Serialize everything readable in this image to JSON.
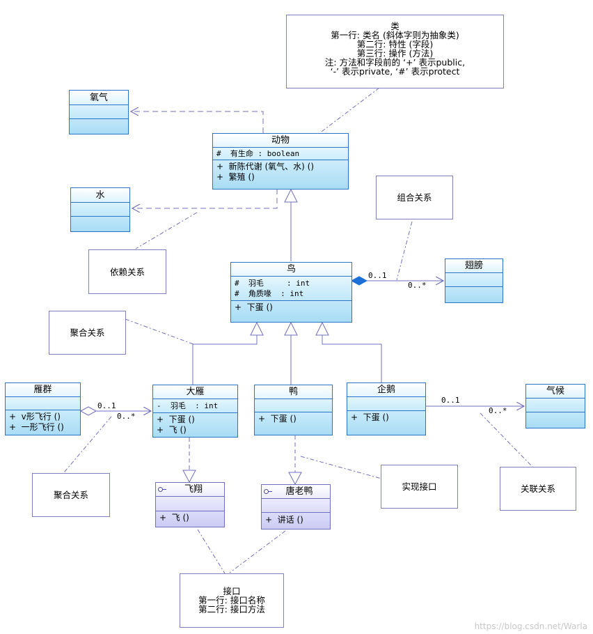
{
  "classes": {
    "oxygen": {
      "name": "氧气"
    },
    "water": {
      "name": "水"
    },
    "animal": {
      "name": "动物",
      "attributes": [
        "#  有生命 : boolean"
      ],
      "operations": [
        "+  新陈代谢 (氧气、水) ()",
        "+  繁殖 ()"
      ]
    },
    "bird": {
      "name": "鸟",
      "attributes": [
        "#  羽毛     : int",
        "#  角质喙  : int"
      ],
      "operations": [
        "+  下蛋 ()"
      ]
    },
    "wing": {
      "name": "翅膀"
    },
    "goose_flock": {
      "name": "雁群",
      "operations": [
        "+  v形飞行 ()",
        "+  一形飞行 ()"
      ]
    },
    "goose": {
      "name": "大雁",
      "attributes": [
        "-  羽毛  : int"
      ],
      "operations": [
        "+  下蛋 ()",
        "+  飞 ()"
      ]
    },
    "duck": {
      "name": "鸭",
      "operations": [
        "+  下蛋 ()"
      ]
    },
    "penguin": {
      "name": "企鹅",
      "operations": [
        "+  下蛋 ()"
      ]
    },
    "climate": {
      "name": "气候"
    },
    "fly_iface": {
      "name": "飞翔",
      "operations": [
        "+  飞 ()"
      ]
    },
    "donald_iface": {
      "name": "唐老鸭",
      "operations": [
        "+  讲话 ()"
      ]
    }
  },
  "notes": {
    "class_note": [
      "类",
      "第一行: 类名 (斜体字则为抽象类)",
      "第二行: 特性 (字段)",
      "第三行: 操作 (方法)",
      "注: 方法和字段前的 ‘+’ 表示public,",
      "‘-’ 表示private, ‘#’ 表示protect"
    ],
    "dependency": [
      "依赖关系"
    ],
    "composition": [
      "组合关系"
    ],
    "aggregation_top": [
      "聚合关系"
    ],
    "aggregation_bottom": [
      "聚合关系"
    ],
    "realization": [
      "实现接口"
    ],
    "association": [
      "关联关系"
    ],
    "interface_note": [
      "接口",
      "第一行: 接口名称",
      "第二行: 接口方法"
    ]
  },
  "multiplicities": {
    "bird_wing_src": "0..1",
    "bird_wing_dst": "0..*",
    "flock_goose_src": "0..1",
    "flock_goose_dst": "0..*",
    "penguin_climate_src": "0..1",
    "penguin_climate_dst": "0..*"
  },
  "watermark": "https://blog.csdn.net/Warla",
  "colors": {
    "class_border": "#2a73c6",
    "interface_border": "#6f6fbf",
    "link": "#6f6fbf",
    "composition_fill": "#1b6fd6"
  }
}
